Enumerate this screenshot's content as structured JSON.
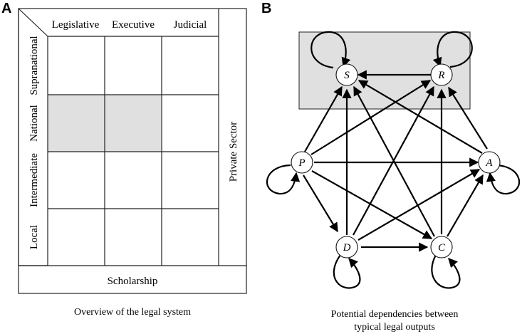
{
  "panel_a": {
    "letter": "A",
    "columns": [
      "Legislative",
      "Executive",
      "Judicial"
    ],
    "rows": [
      "Supranational",
      "National",
      "Intermediate",
      "Local"
    ],
    "right_label": "Private Sector",
    "bottom_label": "Scholarship",
    "caption": "Overview of the legal system",
    "highlight_color": "#e0e0e0"
  },
  "panel_b": {
    "letter": "B",
    "nodes": {
      "S": "S",
      "R": "R",
      "P": "P",
      "A": "A",
      "D": "D",
      "C": "C"
    },
    "caption_line1": "Potential dependencies between",
    "caption_line2": "typical legal outputs",
    "box_color": "#e0e0e0"
  }
}
